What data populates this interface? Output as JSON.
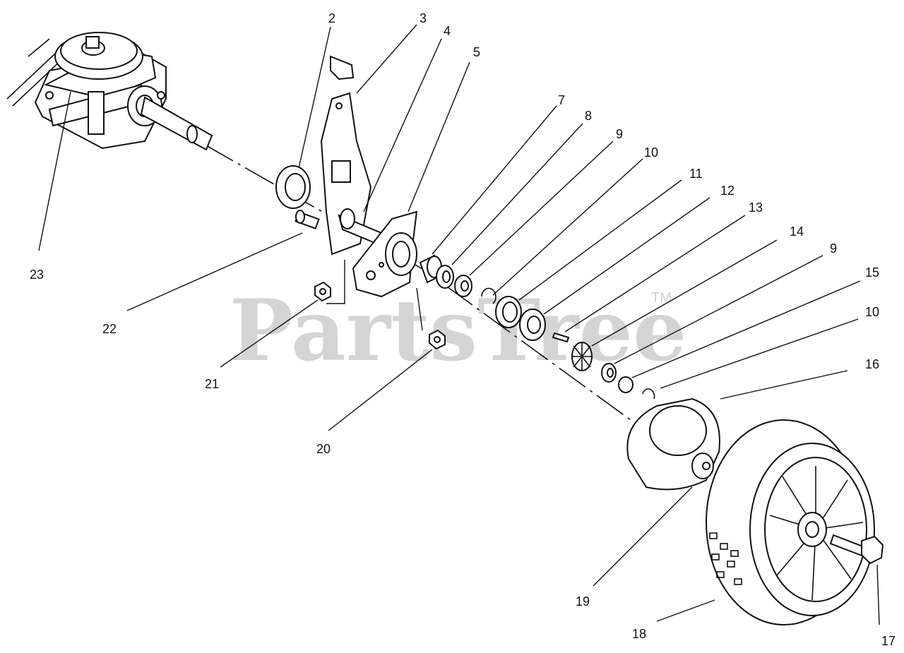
{
  "watermark": {
    "text": "PartsTree",
    "trademark": "TM"
  },
  "callouts": [
    {
      "label": "2"
    },
    {
      "label": "3"
    },
    {
      "label": "4"
    },
    {
      "label": "5"
    },
    {
      "label": "7"
    },
    {
      "label": "8"
    },
    {
      "label": "9"
    },
    {
      "label": "10"
    },
    {
      "label": "11"
    },
    {
      "label": "12"
    },
    {
      "label": "13"
    },
    {
      "label": "14"
    },
    {
      "label": "9"
    },
    {
      "label": "15"
    },
    {
      "label": "10"
    },
    {
      "label": "16"
    },
    {
      "label": "17"
    },
    {
      "label": "18"
    },
    {
      "label": "19"
    },
    {
      "label": "20"
    },
    {
      "label": "21"
    },
    {
      "label": "22"
    },
    {
      "label": "23"
    }
  ],
  "colors": {
    "ink": "#111111",
    "watermark": "#d4d4d4",
    "background": "#ffffff"
  }
}
